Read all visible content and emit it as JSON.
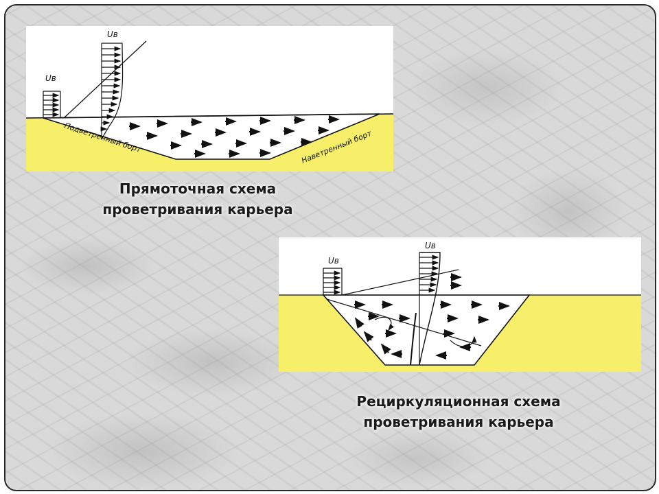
{
  "slide": {
    "colors": {
      "ground": "#f7ef6a",
      "air": "#ffffff",
      "ink": "#111111",
      "background": "#d9d9d9"
    }
  },
  "diagram_top": {
    "label_small_velocity": "Uв",
    "label_large_velocity": "Uв",
    "label_leeward_side": "Подветренный борт",
    "label_windward_side": "Наветренный борт",
    "caption_line1": "Прямоточная схема",
    "caption_line2": "проветривания карьера"
  },
  "diagram_bottom": {
    "label_small_velocity": "Uв",
    "label_large_velocity": "Uв",
    "caption_line1": "Рециркуляционная схема",
    "caption_line2": "проветривания карьера"
  }
}
